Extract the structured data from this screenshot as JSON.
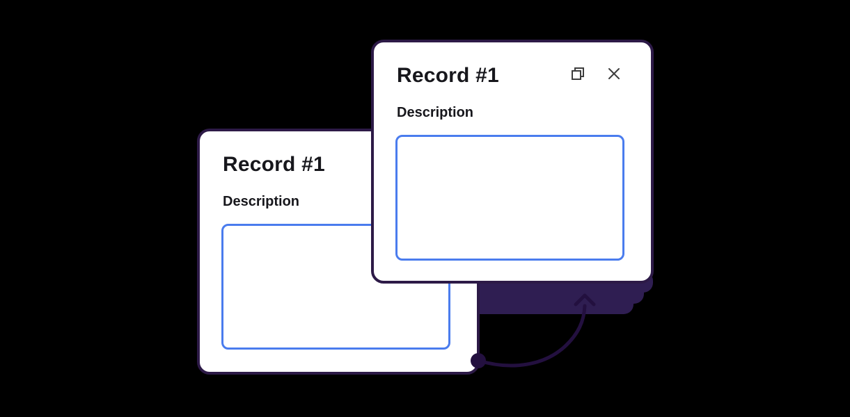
{
  "colors": {
    "background": "#000000",
    "card_bg": "#ffffff",
    "card_border": "#2d1a47",
    "field_border": "#4a7cee",
    "stack_fill": "#2f1e52",
    "connector": "#23103f",
    "text": "#17171c",
    "icon": "#3d3d3d"
  },
  "cards": {
    "back": {
      "title": "Record #1",
      "description_label": "Description",
      "description_value": ""
    },
    "front": {
      "title": "Record #1",
      "description_label": "Description",
      "description_value": ""
    }
  },
  "icons": {
    "restore": "restore-window",
    "close": "close"
  }
}
